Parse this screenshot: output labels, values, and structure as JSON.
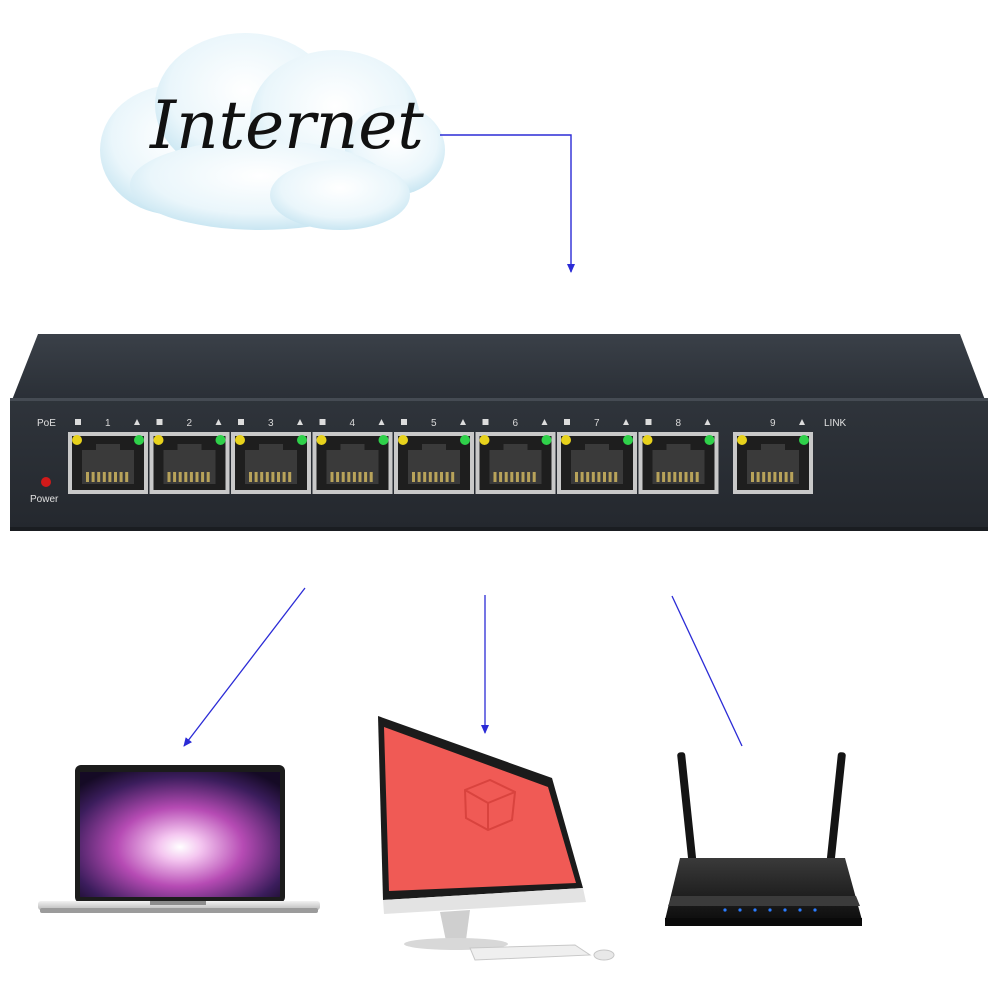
{
  "cloud": {
    "label": "Internet"
  },
  "switch": {
    "poe_label": "PoE",
    "link_label": "LINK",
    "power_label": "Power",
    "ports": [
      "1",
      "2",
      "3",
      "4",
      "5",
      "6",
      "7",
      "8",
      "9"
    ]
  },
  "devices": [
    "laptop",
    "desktop-monitor",
    "wireless-router"
  ],
  "colors": {
    "arrow": "#2b2bd6",
    "switch_body": "#2c3138",
    "led_yellow": "#e8d21c",
    "led_green": "#2fd14a",
    "monitor_screen": "#f05a55",
    "power_led": "#d11a1a"
  }
}
